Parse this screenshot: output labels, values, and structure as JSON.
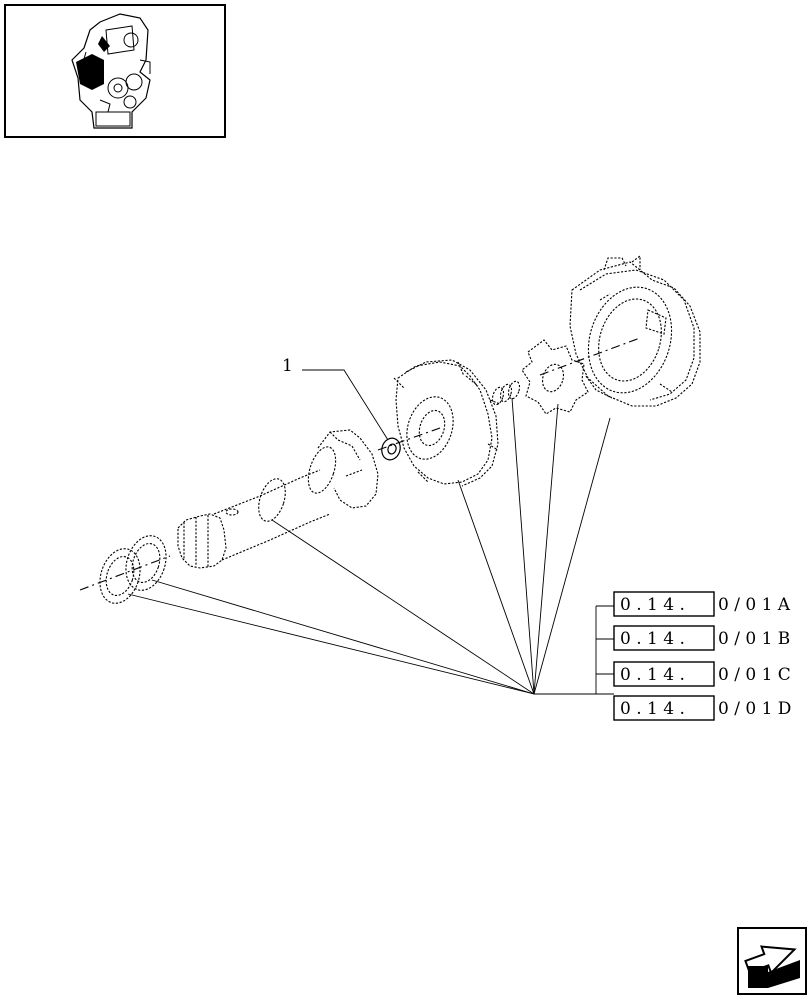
{
  "callouts": [
    {
      "label": "1"
    }
  ],
  "references": [
    {
      "boxed": "0 . 1 4 .",
      "suffix": "0 / 0 1 A"
    },
    {
      "boxed": "0 . 1 4 .",
      "suffix": "0 / 0 1 B"
    },
    {
      "boxed": "0 . 1 4 .",
      "suffix": "0 / 0 1 C"
    },
    {
      "boxed": "0 . 1 4 .",
      "suffix": "0 / 0 1 D"
    }
  ],
  "icons": {
    "thumbnail": "engine-thumbnail-icon",
    "nav": "next-page-arrow-icon"
  }
}
